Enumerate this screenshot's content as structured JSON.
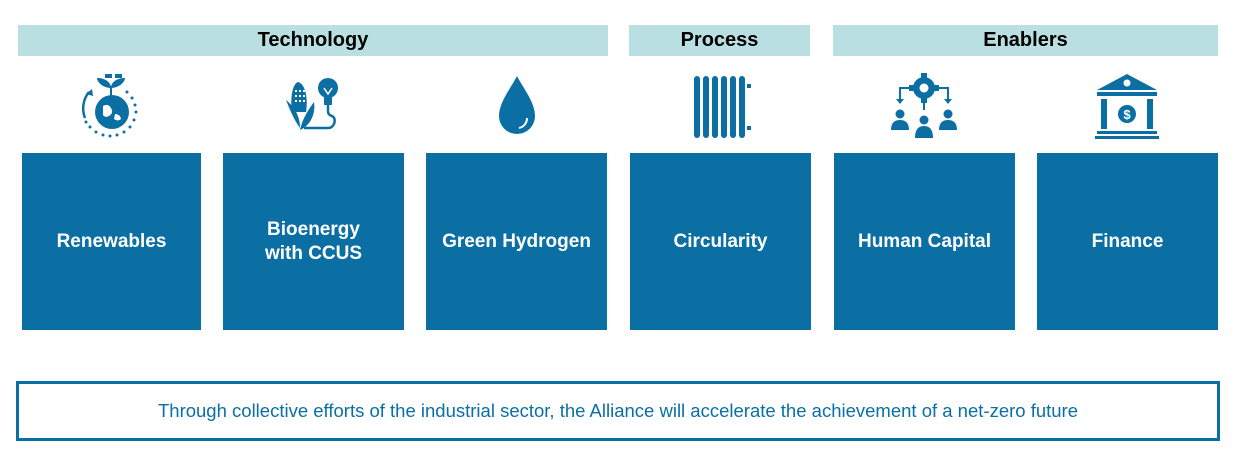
{
  "colors": {
    "header_bg": "#b9dfe3",
    "box_bg": "#0b6fa4",
    "icon": "#0b6fa4",
    "banner_border": "#0a6fa5",
    "banner_text": "#0a6fa5"
  },
  "headers": [
    {
      "label": "Technology"
    },
    {
      "label": "Process"
    },
    {
      "label": "Enablers"
    }
  ],
  "pillars": [
    {
      "label": "Renewables",
      "icon": "globe-plant-icon",
      "group": "Technology"
    },
    {
      "label": "Bioenergy\nwith CCUS",
      "icon": "corn-lightbulb-icon",
      "group": "Technology"
    },
    {
      "label": "Green Hydrogen",
      "icon": "water-drop-icon",
      "group": "Technology"
    },
    {
      "label": "Circularity",
      "icon": "radiator-icon",
      "group": "Process"
    },
    {
      "label": "Human Capital",
      "icon": "gear-people-icon",
      "group": "Enablers"
    },
    {
      "label": "Finance",
      "icon": "bank-dollar-icon",
      "group": "Enablers"
    }
  ],
  "banner": {
    "text": "Through collective efforts of the industrial sector, the Alliance will accelerate the achievement of a net-zero future"
  }
}
